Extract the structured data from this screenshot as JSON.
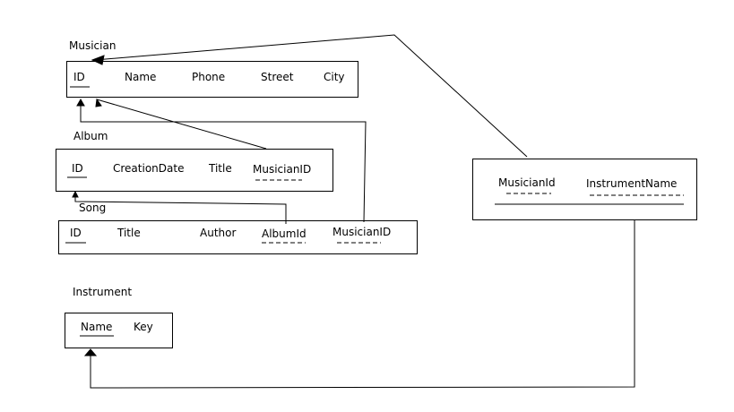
{
  "entities": {
    "musician": {
      "title": "Musician",
      "fields": [
        "ID",
        "Name",
        "Phone",
        "Street",
        "City"
      ]
    },
    "album": {
      "title": "Album",
      "fields": [
        "ID",
        "CreationDate",
        "Title",
        "MusicianID"
      ]
    },
    "song": {
      "title": "Song",
      "fields": [
        "ID",
        "Title",
        "Author",
        "AlbumId",
        "MusicianID"
      ]
    },
    "instrument": {
      "title": "Instrument",
      "fields": [
        "Name",
        "Key"
      ]
    },
    "plays": {
      "fields": [
        "MusicianId",
        "InstrumentName"
      ]
    }
  },
  "keys": {
    "musician": {
      "primary": [
        "ID"
      ]
    },
    "album": {
      "primary": [
        "ID"
      ],
      "foreign": [
        "MusicianID"
      ]
    },
    "song": {
      "primary": [
        "ID"
      ],
      "foreign": [
        "AlbumId",
        "MusicianID"
      ]
    },
    "instrument": {
      "primary": [
        "Name"
      ]
    },
    "plays": {
      "foreign": [
        "MusicianId",
        "InstrumentName"
      ]
    }
  },
  "relationships": [
    {
      "from": "album.MusicianID",
      "to": "musician.ID"
    },
    {
      "from": "song.AlbumId",
      "to": "album.ID"
    },
    {
      "from": "song.MusicianID",
      "to": "musician.ID"
    },
    {
      "from": "plays.MusicianId",
      "to": "musician.ID"
    },
    {
      "from": "plays.InstrumentName",
      "to": "instrument.Name"
    }
  ]
}
